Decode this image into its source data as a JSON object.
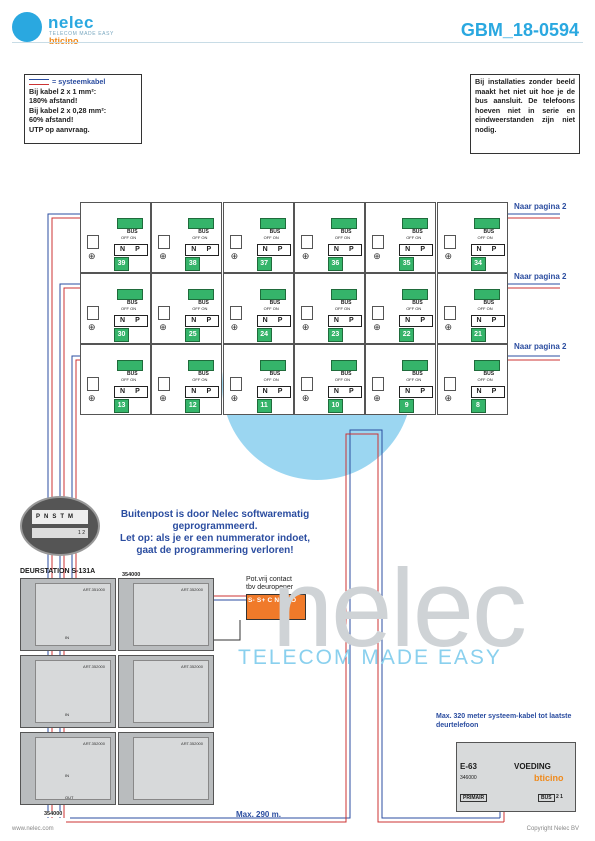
{
  "header": {
    "brand": "nelec",
    "brand_tagline": "TELECOM MADE EASY",
    "brand_partner": "bticino",
    "doc_number": "GBM_18-0594"
  },
  "info_left": {
    "title": "= systeemkabel",
    "lines": [
      "Bij kabel 2 x 1 mm²:",
      "180% afstand!",
      "Bij kabel 2 x 0,28 mm²:",
      "60% afstand!",
      "UTP op aanvraag."
    ]
  },
  "info_right": {
    "text": "Bij installaties zonder beeld maakt het niet uit hoe je de bus aansluit. De telefoons hoeven niet in serie en eindweerstanden zijn niet nodig."
  },
  "grid": {
    "naar_label": "Naar pagina 2",
    "terminal_label": "BUS",
    "switch_label": "OFF ON",
    "np_n": "N",
    "np_p": "P",
    "rows": [
      [
        "3",
        "9",
        "3",
        "8",
        "3",
        "7",
        "3",
        "6",
        "3",
        "5",
        "3",
        "4"
      ],
      [
        "3",
        "0",
        "2",
        "5",
        "2",
        "4",
        "2",
        "3",
        "2",
        "2",
        "2",
        "1"
      ],
      [
        "1",
        "3",
        "1",
        "2",
        "1",
        "1",
        "1",
        "0",
        "",
        "9",
        "",
        "8"
      ]
    ],
    "numbers": [
      [
        "39",
        "38",
        "37",
        "36",
        "35",
        "34"
      ],
      [
        "30",
        "25",
        "24",
        "23",
        "22",
        "21"
      ],
      [
        "13",
        "12",
        "11",
        "10",
        "9",
        "8"
      ]
    ]
  },
  "keypad": {
    "labels": [
      "P",
      "N",
      "S",
      "TM"
    ],
    "small_labels": [
      "1",
      "2"
    ]
  },
  "programming_note": [
    "Buitenpost is door Nelec softwarematig",
    "geprogrammeerd.",
    "Let op: als je er een nummerator indoet,",
    "gaat de programmering verloren!"
  ],
  "door_station": {
    "title": "DEURSTATION S-131A",
    "code_top": "354000",
    "code_bottom": "354000",
    "module_art": "ART.352000",
    "module_art_main": "ART.351000",
    "in_label": "IN",
    "out_label": "OUT"
  },
  "relay": {
    "label_line1": "Pot.vrij contact",
    "label_line2": "tbv deuropener",
    "terminals": "S-  S+ C  NC NO"
  },
  "watermark": {
    "word": "nelec",
    "tagline": "TELECOM MADE EASY"
  },
  "power_supply": {
    "note": "Max. 320 meter systeem-kabel tot laatste deurtelefoon",
    "model": "E-63",
    "name": "VOEDING",
    "brand": "bticino",
    "code": "346000",
    "primair": "PRIMAIR",
    "bus": "BUS",
    "terminal_nums": "2 1"
  },
  "distance_label": "Max. 290 m.",
  "footer": {
    "left": "www.nelec.com",
    "right": "Copyright Nelec BV"
  },
  "colors": {
    "brand_blue": "#2aa8e0",
    "label_blue": "#2b4da0",
    "terminal_green": "#35b46a",
    "relay_orange": "#f07a2a",
    "cable_red": "#cc3333",
    "cable_blue": "#2b4da0"
  }
}
